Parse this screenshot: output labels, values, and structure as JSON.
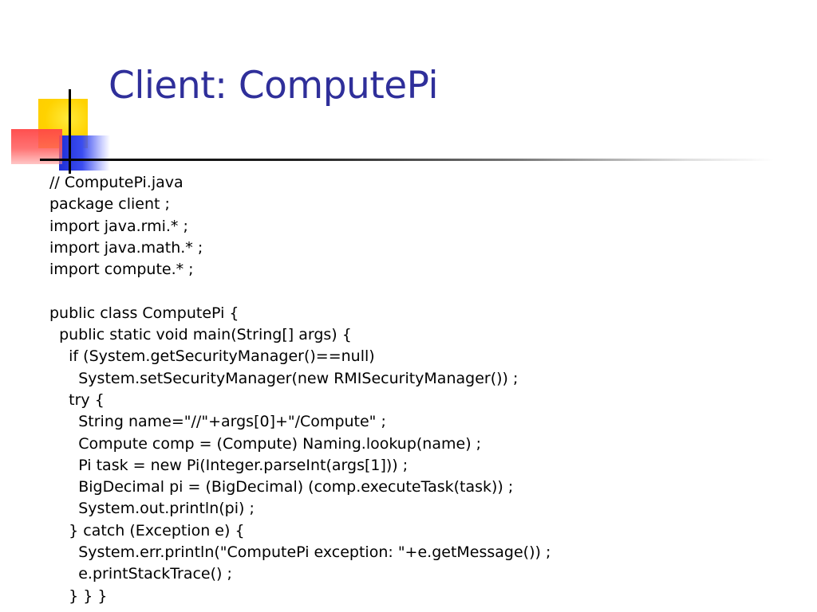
{
  "slide": {
    "title": "Client: ComputePi",
    "code_lines": [
      "// ComputePi.java",
      "package client ;",
      "import java.rmi.* ;",
      "import java.math.* ;",
      "import compute.* ;",
      "",
      "public class ComputePi {",
      "  public static void main(String[] args) {",
      "    if (System.getSecurityManager()==null)",
      "      System.setSecurityManager(new RMISecurityManager()) ;",
      "    try {",
      "      String name=\"//\"+args[0]+\"/Compute\" ;",
      "      Compute comp = (Compute) Naming.lookup(name) ;",
      "      Pi task = new Pi(Integer.parseInt(args[1])) ;",
      "      BigDecimal pi = (BigDecimal) (comp.executeTask(task)) ;",
      "      System.out.println(pi) ;",
      "    } catch (Exception e) {",
      "      System.err.println(\"ComputePi exception: \"+e.getMessage()) ;",
      "      e.printStackTrace() ;",
      "    } } }"
    ]
  },
  "colors": {
    "title": "#2f2f9a",
    "text": "#000000",
    "deco_yellow": "#ffd200",
    "deco_blue": "#1f2fd6",
    "deco_red": "#ff4646"
  }
}
